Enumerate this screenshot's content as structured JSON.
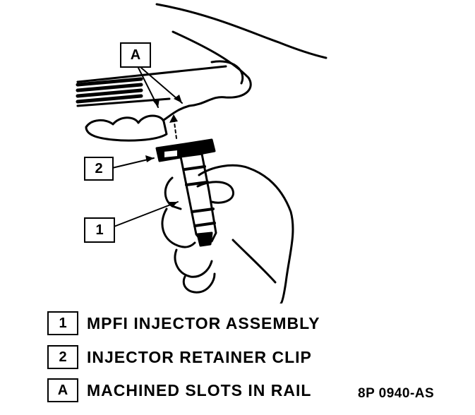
{
  "figure": {
    "callouts": {
      "a": "A",
      "two": "2",
      "one": "1"
    },
    "legend": [
      {
        "key": "1",
        "text": "MPFI INJECTOR ASSEMBLY"
      },
      {
        "key": "2",
        "text": "INJECTOR RETAINER CLIP"
      },
      {
        "key": "A",
        "text": "MACHINED SLOTS IN RAIL"
      }
    ],
    "figure_code": "8P 0940-AS"
  }
}
